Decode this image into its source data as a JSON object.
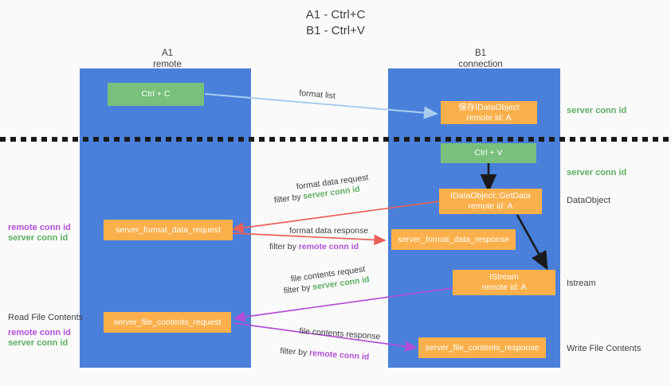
{
  "title": "A1 - Ctrl+C\nB1 - Ctrl+V",
  "colors": {
    "lane": "#4a80da",
    "green_node": "#78c07c",
    "orange_node": "#fbb04b",
    "server_conn": "#5cae5f",
    "remote_conn": "#b34fd6",
    "format_list_arrow": "#a9cdf0",
    "format_data_arrow": "#e8625a",
    "file_contents_arrow": "#b34fd6",
    "flow_arrow": "#1a1a1a",
    "divider": "#1a1a1a",
    "background": "#fafafa"
  },
  "lanes": [
    {
      "id": "a1",
      "line1": "A1",
      "line2": "remote"
    },
    {
      "id": "b1",
      "line1": "B1",
      "line2": "connection"
    }
  ],
  "nodes": {
    "ctrl_c": "Ctrl + C",
    "ctrl_v": "Ctrl + V",
    "save_idataobject": "保存IDataObject\nremote id: A",
    "getdata": "IDataObject::GetData\nremote id: A",
    "istream": "IStream\nremote id: A",
    "server_format_data_request": "server_format_data_request",
    "server_format_data_response": "server_format_data_response",
    "server_file_contents_request": "server_file_contents_request",
    "server_file_contents_response": "server_file_contents_response"
  },
  "edges": {
    "format_list": "format list",
    "format_data_request": "format data request",
    "format_data_request_filter_prefix": "filter by ",
    "format_data_request_filter_key": "server conn id",
    "format_data_response": "format data response",
    "format_data_response_filter_prefix": "filter by ",
    "format_data_response_filter_key": "remote conn id",
    "file_contents_request": "file contents request",
    "file_contents_request_filter_prefix": "filter by ",
    "file_contents_request_filter_key": "server conn id",
    "file_contents_response": "file contents response",
    "file_contents_response_filter_prefix": "filter by ",
    "file_contents_response_filter_key": "remote conn id"
  },
  "annotations": {
    "server_conn_id_top": "server conn id",
    "server_conn_id_mid": "server conn id",
    "dataobject": "DataObject",
    "istream_label": "Istream",
    "write_file_contents": "Write File Contents",
    "read_file_contents": "Read File Contents",
    "left_remote_conn_id_1": "remote conn id",
    "left_server_conn_id_1": "server conn id",
    "left_remote_conn_id_2": "remote conn id",
    "left_server_conn_id_2": "server conn id"
  }
}
